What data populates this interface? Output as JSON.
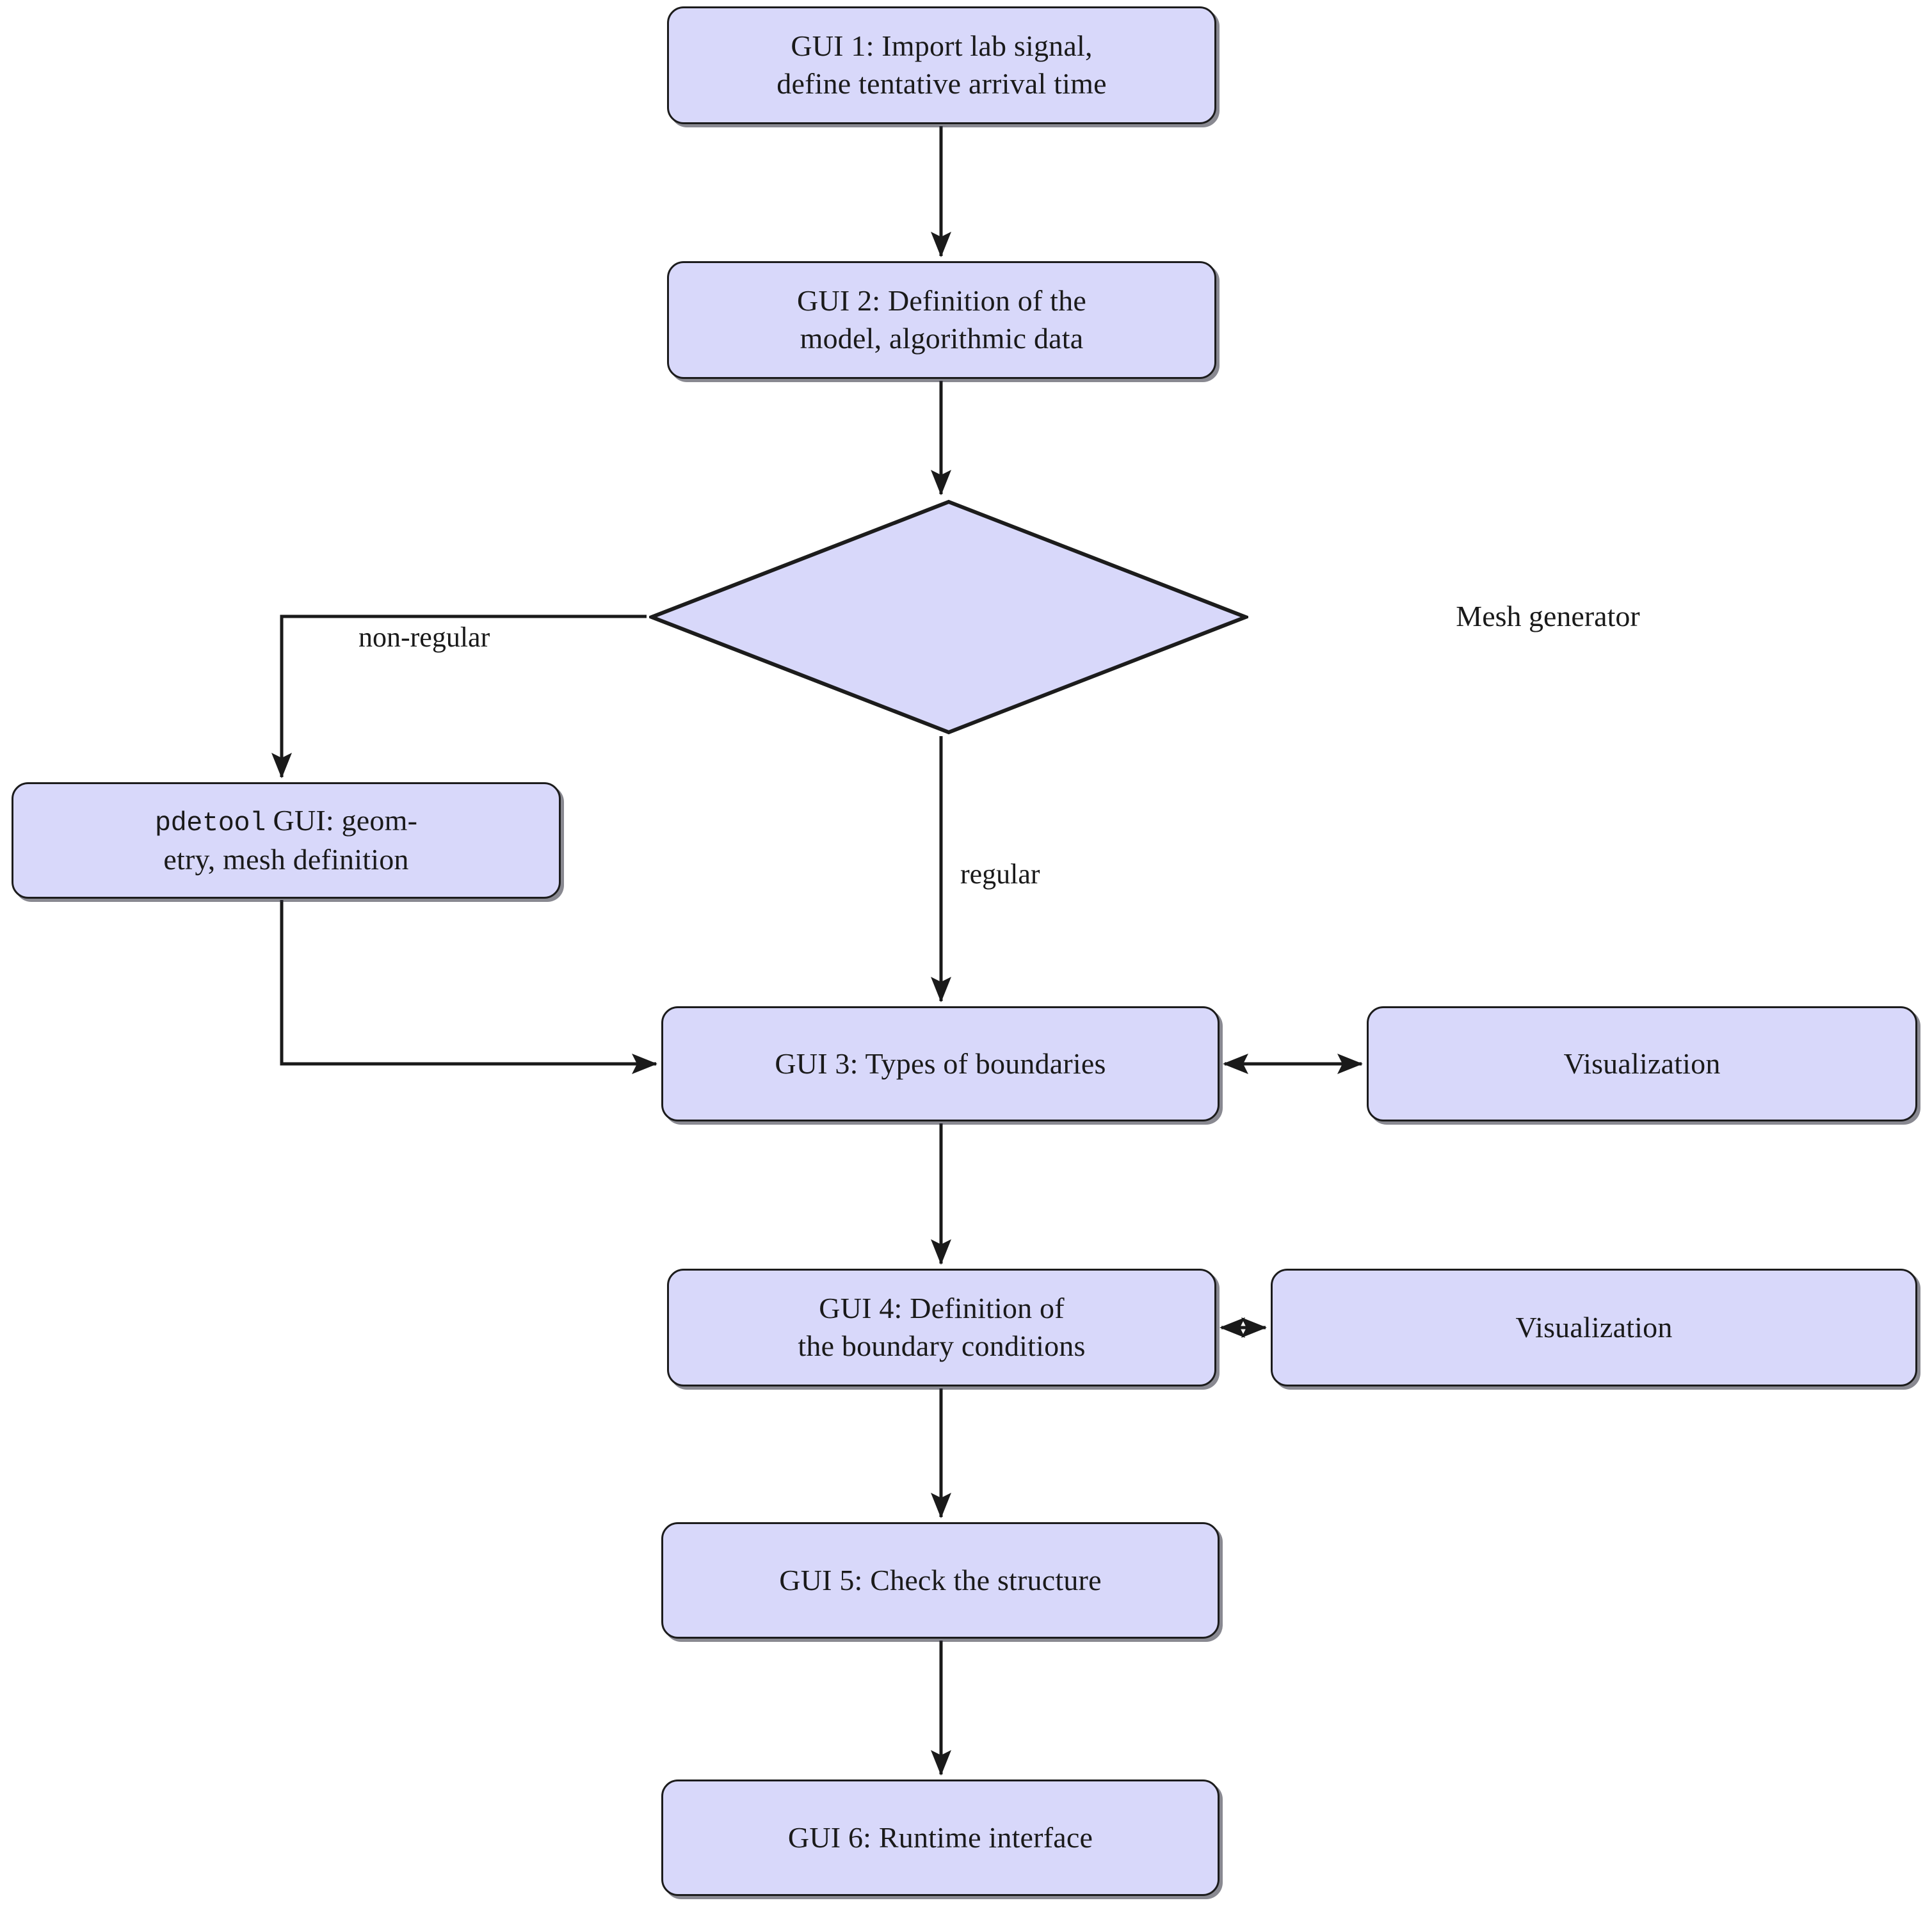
{
  "diagram": {
    "title": "GUI workflow flowchart",
    "colors": {
      "node_fill": "#d8d8fa",
      "node_border": "#1c1c1c",
      "edge": "#1a1a1a",
      "background": "#ffffff"
    }
  },
  "nodes": {
    "gui1": {
      "shape": "rounded-rect",
      "line1": "GUI 1:  Import lab signal,",
      "line2": "define tentative arrival time"
    },
    "gui2": {
      "shape": "rounded-rect",
      "line1": "GUI 2:  Definition of the",
      "line2": "model, algorithmic data"
    },
    "mesh_generator": {
      "shape": "diamond",
      "label": "Mesh generator"
    },
    "pdetool": {
      "shape": "rounded-rect",
      "mono_prefix": "pdetool",
      "line1_rest": " GUI: geom-",
      "line2": "etry, mesh definition"
    },
    "gui3": {
      "shape": "rounded-rect",
      "label": "GUI 3:  Types of boundaries"
    },
    "visualization1": {
      "shape": "rounded-rect",
      "label": "Visualization"
    },
    "gui4": {
      "shape": "rounded-rect",
      "line1": "GUI 4:  Definition of",
      "line2": "the boundary conditions"
    },
    "visualization2": {
      "shape": "rounded-rect",
      "label": "Visualization"
    },
    "gui5": {
      "shape": "rounded-rect",
      "label": "GUI 5:  Check the structure"
    },
    "gui6": {
      "shape": "rounded-rect",
      "label": "GUI 6:  Runtime interface"
    }
  },
  "edge_labels": {
    "non_regular": "non-regular",
    "regular": "regular"
  },
  "edges": [
    {
      "from": "gui1",
      "to": "gui2",
      "style": "arrow-down",
      "label": ""
    },
    {
      "from": "gui2",
      "to": "mesh_generator",
      "style": "arrow-down",
      "label": ""
    },
    {
      "from": "mesh_generator",
      "to": "pdetool",
      "style": "elbow-left-down",
      "label": "non-regular"
    },
    {
      "from": "mesh_generator",
      "to": "gui3",
      "style": "arrow-down",
      "label": "regular"
    },
    {
      "from": "pdetool",
      "to": "gui3",
      "style": "elbow-down-right",
      "label": ""
    },
    {
      "from": "gui3",
      "to": "visualization1",
      "style": "double-arrow-horizontal",
      "label": ""
    },
    {
      "from": "gui3",
      "to": "gui4",
      "style": "arrow-down",
      "label": ""
    },
    {
      "from": "gui4",
      "to": "visualization2",
      "style": "double-arrow-horizontal",
      "label": ""
    },
    {
      "from": "gui4",
      "to": "gui5",
      "style": "arrow-down",
      "label": ""
    },
    {
      "from": "gui5",
      "to": "gui6",
      "style": "arrow-down",
      "label": ""
    }
  ]
}
